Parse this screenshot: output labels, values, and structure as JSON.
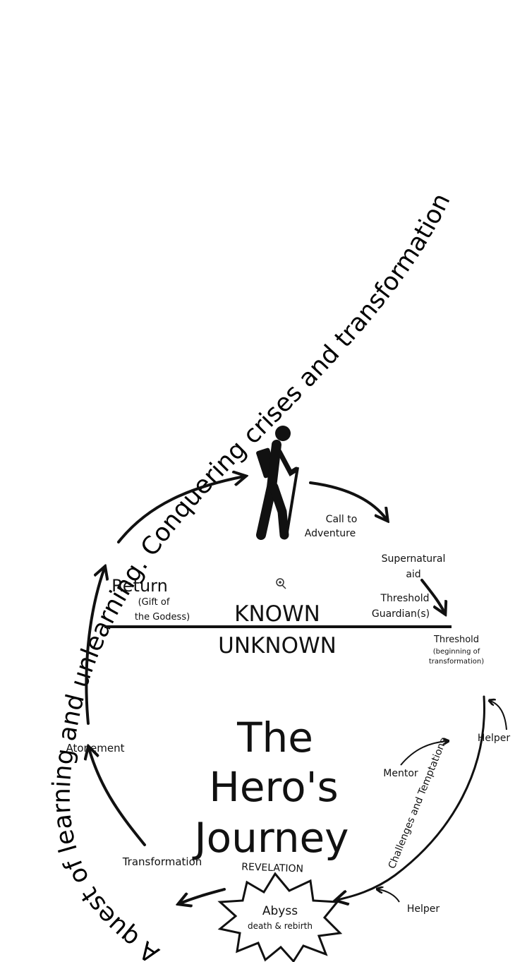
{
  "curved_text": "A quest of learning and unlearning. Conquering crises and transformation",
  "diagram": {
    "title_line1": "The",
    "title_line2": "Hero's",
    "title_line3": "Journey",
    "known": "KNOWN",
    "unknown": "UNKNOWN",
    "call_line1": "Call to",
    "call_line2": "Adventure",
    "supernatural_line1": "Supernatural",
    "supernatural_line2": "aid",
    "guardian_line1": "Threshold",
    "guardian_line2": "Guardian(s)",
    "threshold_line1": "Threshold",
    "threshold_line2": "(beginning of",
    "threshold_line3": "transformation)",
    "helper_top": "Helper",
    "helper_bottom": "Helper",
    "mentor": "Mentor",
    "challenges": "Challenges and Temptations",
    "revelation": "REVELATION",
    "abyss_line1": "Abyss",
    "abyss_line2": "death & rebirth",
    "transformation": "Transformation",
    "atonement": "Atonement",
    "return_label": "Return",
    "gift_line1": "(Gift of",
    "gift_line2": "the Godess)"
  },
  "icons": {
    "hiker": "hiker-icon",
    "zoom": "zoom-icon"
  },
  "colors": {
    "ink": "#111111",
    "background": "#ffffff"
  }
}
